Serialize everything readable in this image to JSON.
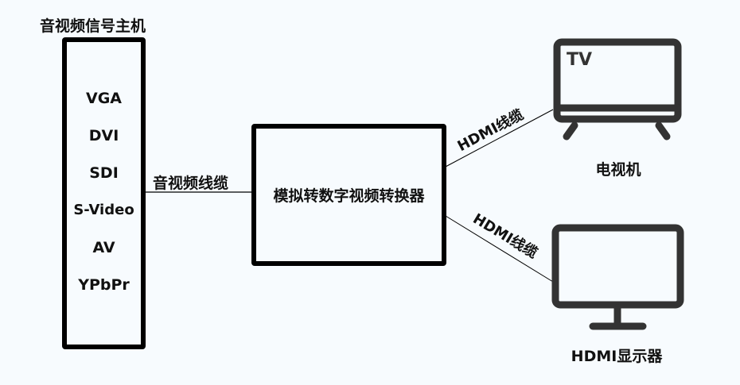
{
  "host": {
    "title": "音视频信号主机",
    "signals": [
      "VGA",
      "DVI",
      "SDI",
      "S-Video",
      "AV",
      "YPbPr"
    ]
  },
  "cables": {
    "av_cable": "音视频线缆",
    "hdmi_cable_tv": "HDMI线缆",
    "hdmi_cable_monitor": "HDMI线缆"
  },
  "converter": {
    "label": "模拟转数字视频转换器"
  },
  "devices": {
    "tv": {
      "label": "电视机",
      "screen_text": "TV"
    },
    "monitor": {
      "label": "HDMI显示器"
    }
  },
  "colors": {
    "background": "#f7fbfe",
    "box_border": "#000000",
    "device_icon": "#333333"
  }
}
